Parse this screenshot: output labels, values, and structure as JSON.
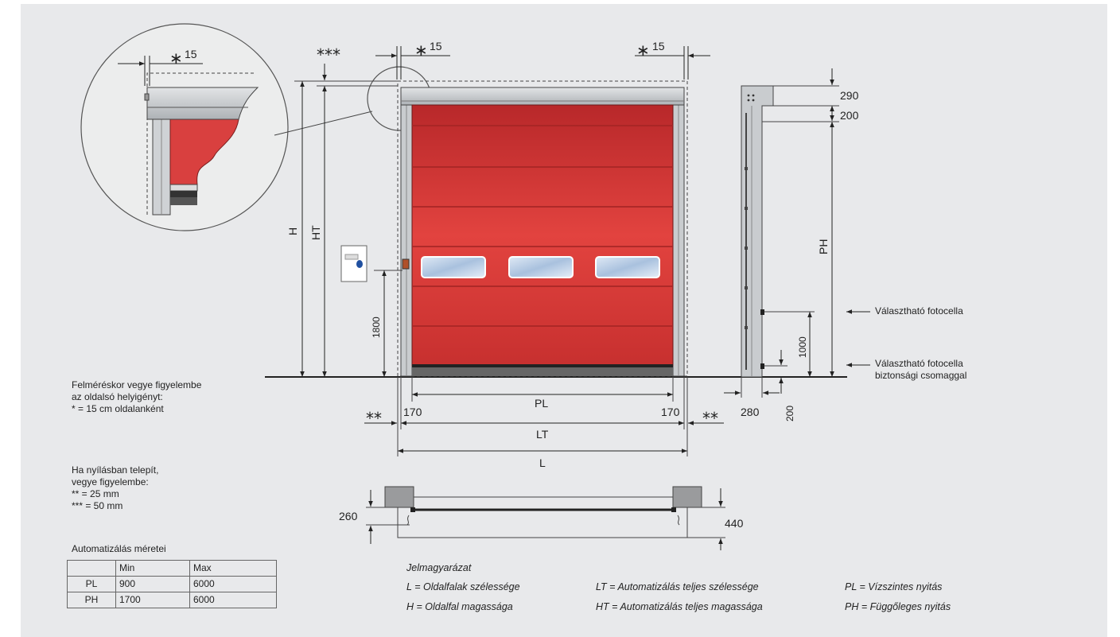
{
  "dimensions": {
    "star_15_zoom": "15",
    "star_15_left": "15",
    "star_15_right": "15",
    "triple_star": "***",
    "H": "H",
    "HT": "HT",
    "d1800": "1800",
    "d170_left": "170",
    "d170_right": "170",
    "PL": "PL",
    "LT": "LT",
    "L": "L",
    "double_star_left": "**",
    "double_star_right": "**",
    "d290": "290",
    "d200_top": "200",
    "PH": "PH",
    "d1000": "1000",
    "d280": "280",
    "d200_bottom": "200",
    "d260": "260",
    "d440": "440"
  },
  "callouts": {
    "photocell_1": "Választható fotocella",
    "photocell_2_line1": "Választható fotocella",
    "photocell_2_line2": "biztonsági csomaggal"
  },
  "notes": {
    "survey_line1": "Felméréskor vegye figyelembe",
    "survey_line2": "az oldalsó helyigényt:",
    "survey_line3": "* = 15 cm oldalanként",
    "install_line1": "Ha nyílásban telepít,",
    "install_line2": "vegye figyelembe:",
    "install_line3": "** = 25 mm",
    "install_line4": "*** = 50 mm"
  },
  "specs": {
    "title": "Automatizálás méretei",
    "header": [
      "",
      "Min",
      "Max"
    ],
    "rows": [
      {
        "label": "PL",
        "min": "900",
        "max": "6000"
      },
      {
        "label": "PH",
        "min": "1700",
        "max": "6000"
      }
    ]
  },
  "legend": {
    "title": "Jelmagyarázat",
    "L": "L  =  Oldalfalak szélessége",
    "H": "H  =  Oldalfal magassága",
    "LT": "LT  =  Automatizálás teljes szélessége",
    "HT": "HT  =  Automatizálás teljes magassága",
    "PL": "PL  =  Vízszintes nyitás",
    "PH": "PH  =  Függőleges nyitás"
  },
  "colors": {
    "panel": "#e8e9eb",
    "curtain": "#d9403f",
    "frame": "#c9cccf",
    "line": "#222222"
  }
}
